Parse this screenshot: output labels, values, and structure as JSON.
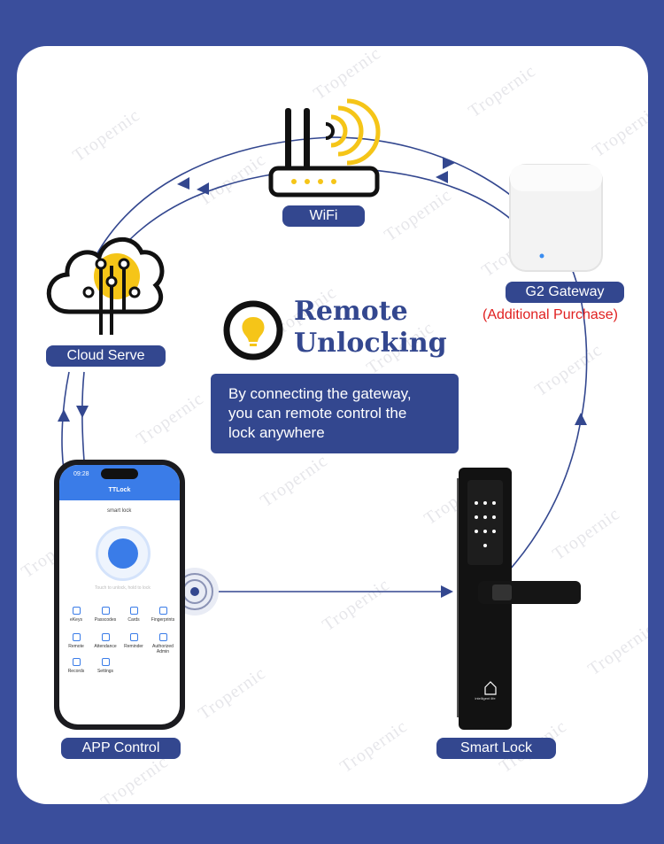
{
  "watermark": "Tropernic",
  "colors": {
    "navy": "#33478f",
    "yellow": "#f5c518",
    "red": "#e02020",
    "blue": "#3a7ce8"
  },
  "title": {
    "line1": "Remote",
    "line2": "Unlocking"
  },
  "description": {
    "line1": "By connecting the gateway,",
    "line2": "you can  remote control the",
    "line3": "lock anywhere"
  },
  "nodes": {
    "wifi": "WiFi",
    "gateway": "G2 Gateway",
    "gateway_note": "(Additional Purchase)",
    "cloud": "Cloud Serve",
    "app": "APP Control",
    "lock": "Smart Lock"
  },
  "icons": {
    "wifi": "router-icon",
    "gateway": "gateway-device-icon",
    "cloud": "cloud-network-icon",
    "remote": "lightbulb-icon",
    "nfc": "signal-icon"
  },
  "phone": {
    "time": "09:28",
    "app_title": "TTLock",
    "lock_name": "smart lock",
    "status": "Touch to unlock, hold to lock",
    "menu": [
      "eKeys",
      "Passcodes",
      "Cards",
      "Fingerprints",
      "Remote",
      "Attendance",
      "Reminder",
      "Authorized Admin",
      "Records",
      "Settings"
    ]
  },
  "lock_brand": "intelligent life"
}
